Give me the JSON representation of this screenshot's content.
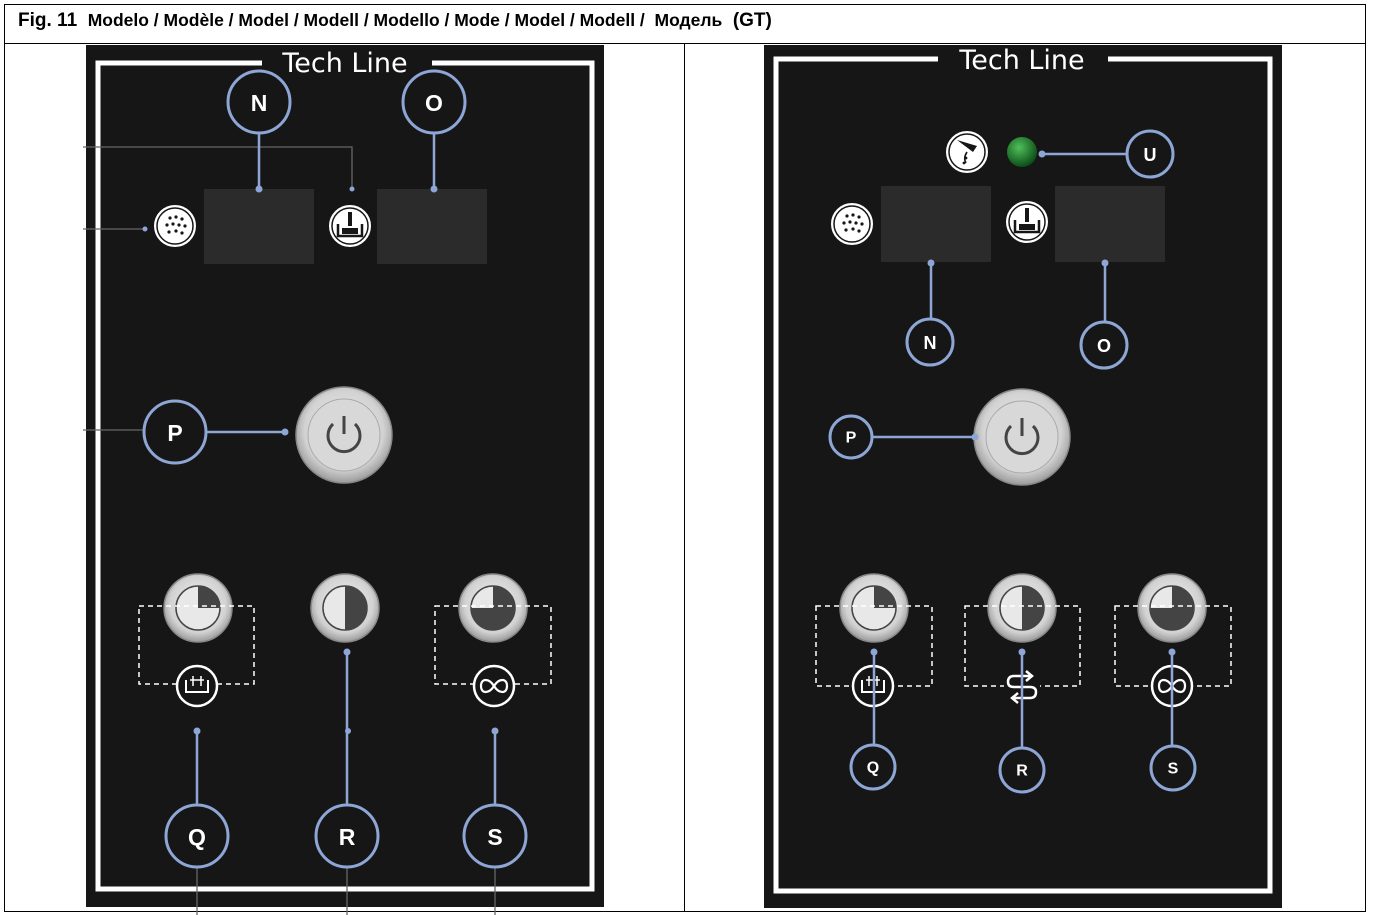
{
  "figure": {
    "caption_prefix": "Fig. 11",
    "caption": "Modelo / Modèle / Model / Modell / Modello / Mode / Model / Modell /  Модель",
    "model": "(GT)"
  },
  "left_panel": {
    "brand": "Tech Line",
    "callouts": {
      "n": "N",
      "o": "O",
      "p": "P",
      "q": "Q",
      "r": "R",
      "s": "S"
    }
  },
  "right_panel": {
    "brand": "Tech Line",
    "callouts": {
      "n": "N",
      "o": "O",
      "p": "P",
      "q": "Q",
      "r": "R",
      "s": "S",
      "u": "U"
    }
  },
  "colors": {
    "panel_bg": "#161616",
    "callout_line": "#8ea6d6",
    "indicator_led": "#1f7a2e",
    "button_face": "#d9d9d9"
  },
  "icons": [
    "shower-icon",
    "basin-icon",
    "power-icon",
    "timer-icon",
    "bath-icon",
    "infinity-icon",
    "swap-icon",
    "drip-icon"
  ]
}
